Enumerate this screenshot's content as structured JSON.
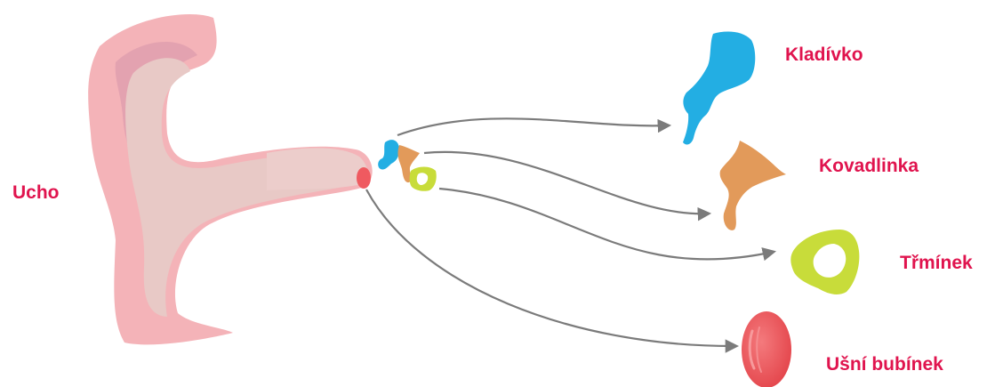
{
  "labels": {
    "ucho": "Ucho",
    "kladivko": "Kladívko",
    "kovadlinka": "Kovadlinka",
    "trminek": "Třmínek",
    "bubinek": "Ušní bubínek"
  },
  "colors": {
    "label_text": "#e0144e",
    "ear_outer": "#f4b3b8",
    "ear_inner": "#e8c9c6",
    "ear_fold": "#e3a2b0",
    "eardrum": "#ef5a60",
    "hammer": "#23aee3",
    "anvil": "#e29a5a",
    "stirrup": "#c8dc3a",
    "arrow": "#7b7b7b"
  }
}
